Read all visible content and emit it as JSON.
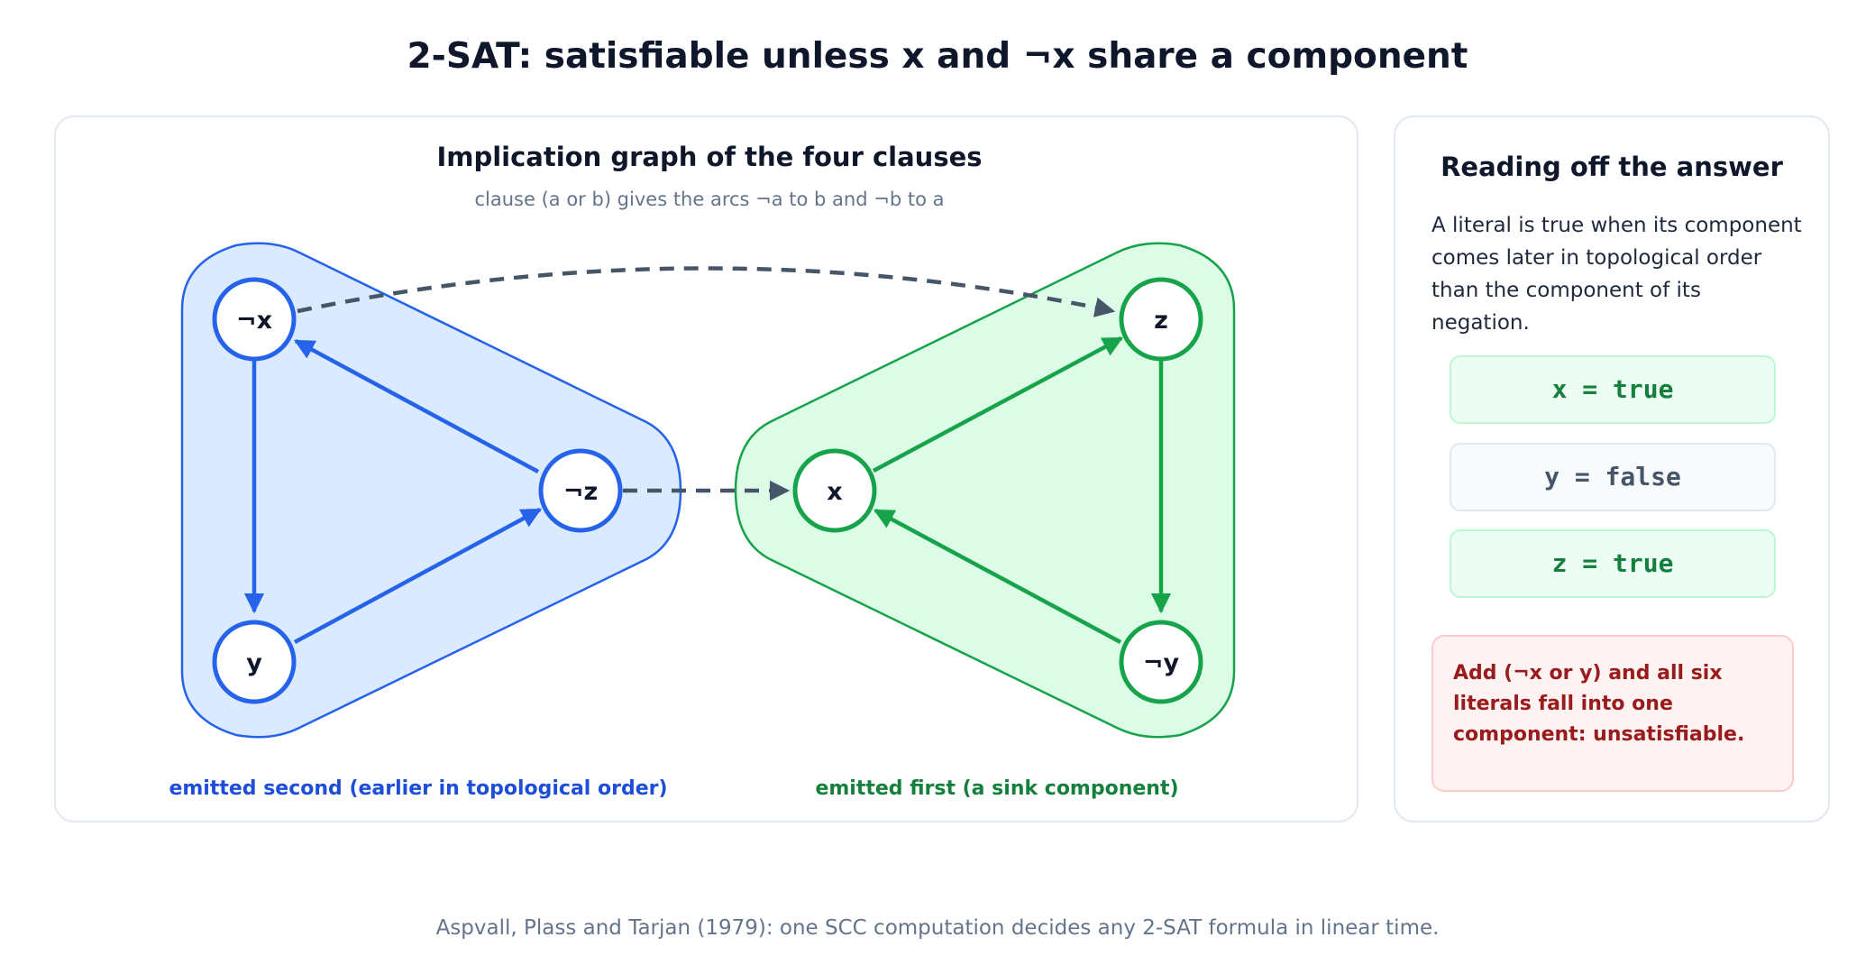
{
  "title": "2-SAT: satisfiable unless x and ¬x share a component",
  "graph": {
    "title": "Implication graph of the four clauses",
    "subtitle": "clause (a or b) gives the arcs ¬a to b and ¬b to a",
    "left_component": {
      "nodes": [
        "¬x",
        "¬z",
        "y"
      ],
      "label": "emitted second (earlier in topological order)",
      "color": "#2563eb"
    },
    "right_component": {
      "nodes": [
        "z",
        "x",
        "¬y"
      ],
      "label": "emitted first (a sink component)",
      "color": "#16a34a"
    },
    "edge_color": "#475569"
  },
  "answer": {
    "title": "Reading off the answer",
    "text": "A literal is true when its component comes later in topological order than the component of its negation.",
    "assignments": [
      "x = true",
      "y = false",
      "z = true"
    ],
    "warning": "Add (¬x or y) and all six literals fall into one component: unsatisfiable."
  },
  "footer": "Aspvall, Plass and Tarjan (1979): one SCC computation decides any 2-SAT formula in linear time."
}
